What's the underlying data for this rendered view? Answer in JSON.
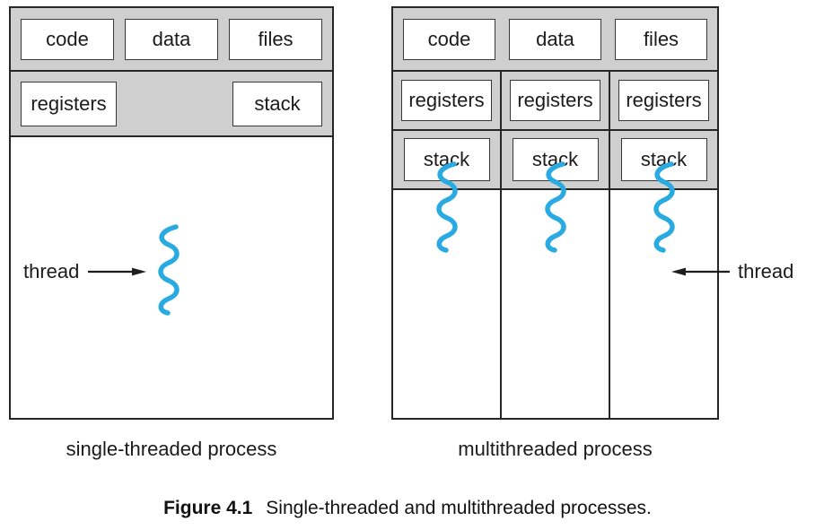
{
  "colors": {
    "panel_gray": "#cfcfcf",
    "line_dark": "#262626",
    "thread_blue": "#29abe2",
    "text_dark": "#1b1b1b"
  },
  "left_process": {
    "shared_boxes": [
      "code",
      "data",
      "files"
    ],
    "row2_boxes": [
      "registers",
      "stack"
    ],
    "thread_label": "thread",
    "caption": "single-threaded process"
  },
  "right_process": {
    "shared_boxes": [
      "code",
      "data",
      "files"
    ],
    "columns": [
      {
        "registers": "registers",
        "stack": "stack"
      },
      {
        "registers": "registers",
        "stack": "stack"
      },
      {
        "registers": "registers",
        "stack": "stack"
      }
    ],
    "thread_label": "thread",
    "caption": "multithreaded process"
  },
  "figure_caption": {
    "label": "Figure 4.1",
    "text": "Single-threaded and multithreaded processes."
  }
}
